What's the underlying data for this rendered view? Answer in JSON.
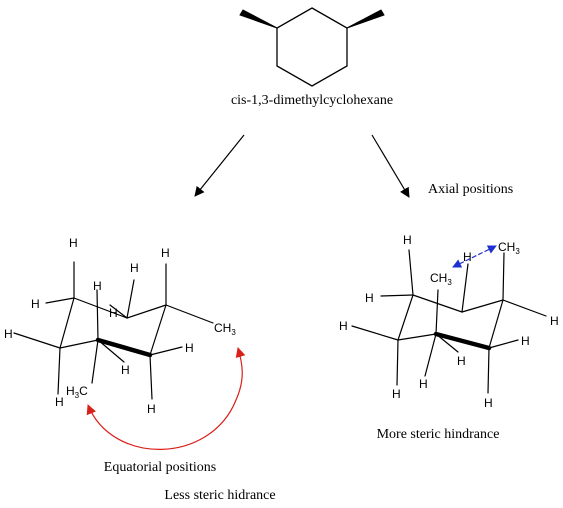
{
  "top_molecule": {
    "name": "cis-1,3-dimethylcyclohexane"
  },
  "left_conformer": {
    "h": "H",
    "methyl_right": {
      "c": "CH",
      "n": "3"
    },
    "methyl_left": {
      "h": "H",
      "n": "3",
      "c": "C"
    },
    "caption_1": "Equatorial positions",
    "caption_2": "Less steric hidrance",
    "arrow_color": "#d9201a"
  },
  "right_conformer": {
    "h": "H",
    "methyl_top": {
      "c": "CH",
      "n": "3"
    },
    "methyl_mid": {
      "c": "CH",
      "n": "3"
    },
    "label_axial": "Axial positions",
    "caption": "More steric hindrance",
    "arrow_color": "#1f2fd0"
  }
}
